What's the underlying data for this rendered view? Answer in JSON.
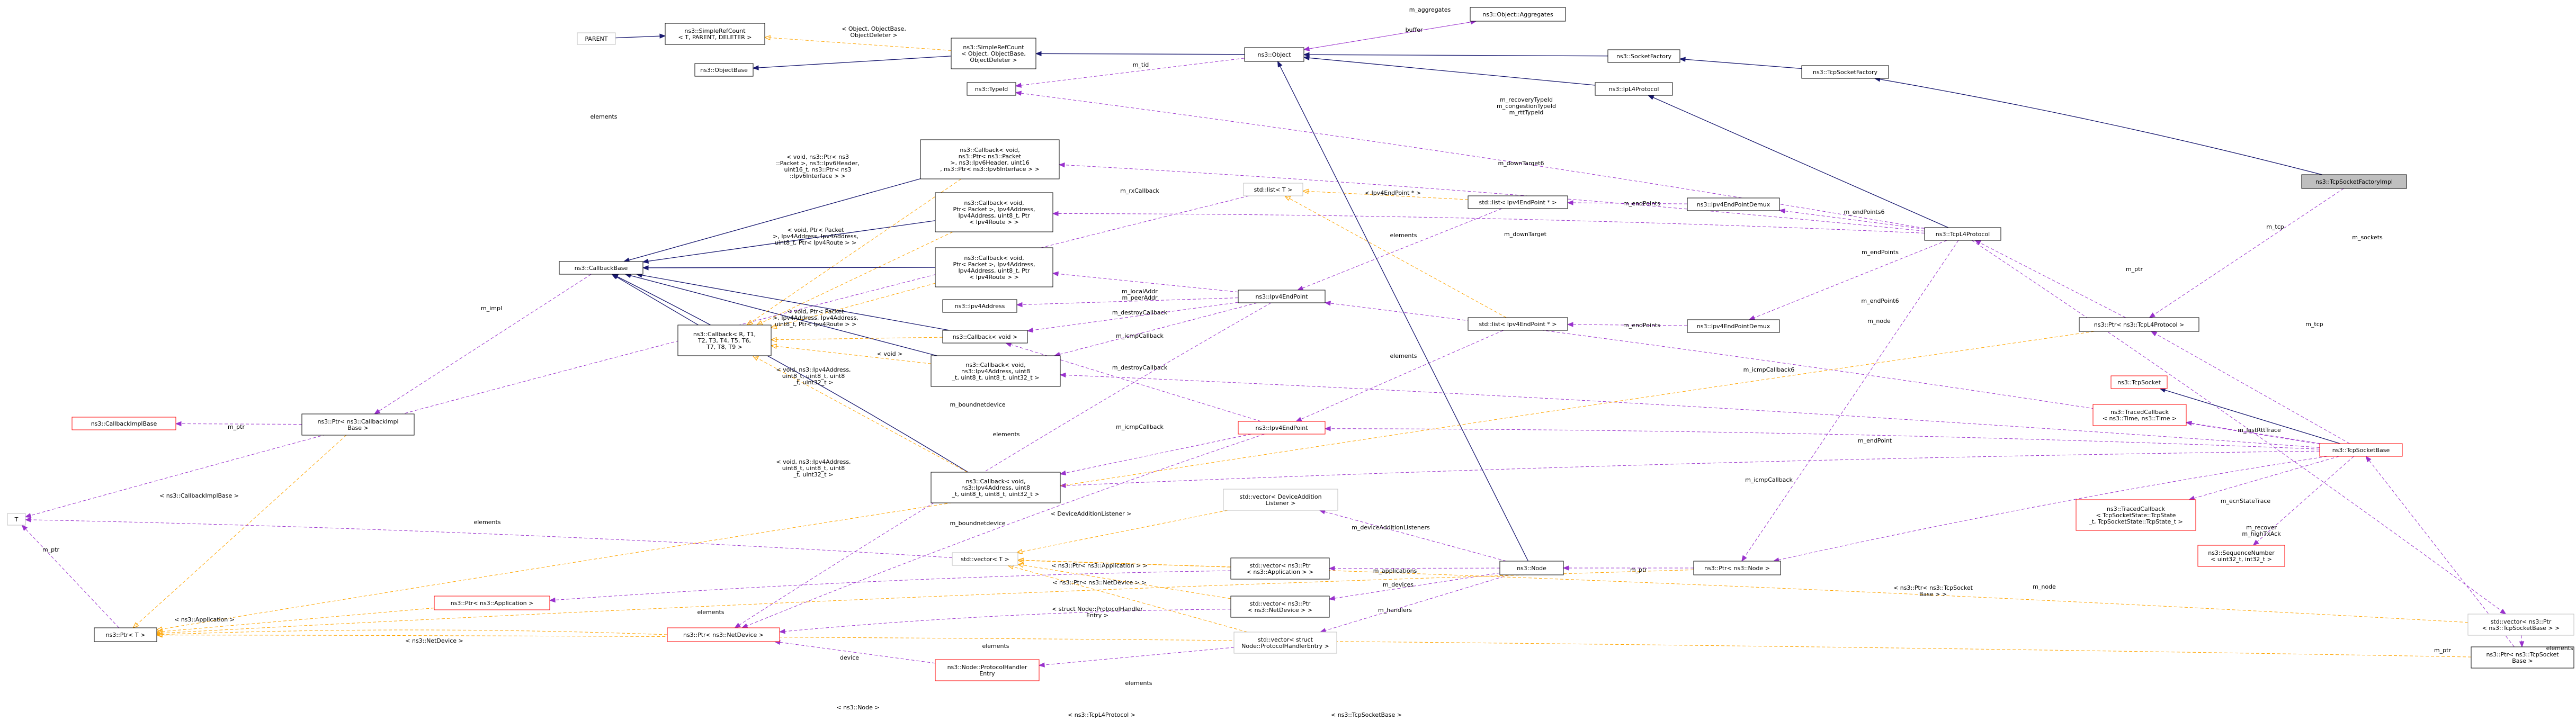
{
  "nodes": [
    {
      "id": "parent",
      "lines": [
        "PARENT"
      ],
      "style": "gray"
    },
    {
      "id": "simplerefcount_tpd",
      "lines": [
        "ns3::SimpleRefCount",
        "< T, PARENT, DELETER >"
      ],
      "style": "normal"
    },
    {
      "id": "objectbase",
      "lines": [
        "ns3::ObjectBase"
      ],
      "style": "normal"
    },
    {
      "id": "simplerefcount_obj",
      "lines": [
        "ns3::SimpleRefCount",
        "< Object, ObjectBase,",
        "ObjectDeleter >"
      ],
      "style": "normal"
    },
    {
      "id": "typeid",
      "lines": [
        "ns3::TypeId"
      ],
      "style": "normal"
    },
    {
      "id": "object",
      "lines": [
        "ns3::Object"
      ],
      "style": "normal"
    },
    {
      "id": "aggregates",
      "lines": [
        "ns3::Object::Aggregates"
      ],
      "style": "normal"
    },
    {
      "id": "socketfactory",
      "lines": [
        "ns3::SocketFactory"
      ],
      "style": "normal"
    },
    {
      "id": "tcpsocketfactory",
      "lines": [
        "ns3::TcpSocketFactory"
      ],
      "style": "normal"
    },
    {
      "id": "ipl4protocol",
      "lines": [
        "ns3::IpL4Protocol"
      ],
      "style": "normal"
    },
    {
      "id": "tcpsocketfactoryimpl",
      "lines": [
        "ns3::TcpSocketFactoryImpl"
      ],
      "style": "focus"
    },
    {
      "id": "callback_v6",
      "lines": [
        "ns3::Callback< void,",
        "ns3::Ptr< ns3::Packet",
        ">, ns3::Ipv6Header, uint16",
        ", ns3::Ptr< ns3::Ipv6Interface > >"
      ],
      "style": "normal"
    },
    {
      "id": "callback_v4route",
      "lines": [
        "ns3::Callback< void,",
        "Ptr< Packet >, Ipv4Address,",
        "Ipv4Address, uint8_t, Ptr",
        "< Ipv4Route > >"
      ],
      "style": "normal"
    },
    {
      "id": "callback_v4route2",
      "lines": [
        "ns3::Callback< void,",
        "Ptr< Packet >, Ipv4Address,",
        "Ipv4Address, uint8_t, Ptr",
        "< Ipv4Route > >"
      ],
      "style": "normal"
    },
    {
      "id": "stdlist_t",
      "lines": [
        "std::list< T >"
      ],
      "style": "gray"
    },
    {
      "id": "stdlist_ipv4ep_a",
      "lines": [
        "std::list< Ipv4EndPoint * >"
      ],
      "style": "normal"
    },
    {
      "id": "ipv4endpointdemux_a",
      "lines": [
        "ns3::Ipv4EndPointDemux"
      ],
      "style": "normal"
    },
    {
      "id": "tcpl4protocol",
      "lines": [
        "ns3::TcpL4Protocol"
      ],
      "style": "normal"
    },
    {
      "id": "callbackbase",
      "lines": [
        "ns3::CallbackBase"
      ],
      "style": "normal"
    },
    {
      "id": "ipv4address",
      "lines": [
        "ns3::Ipv4Address"
      ],
      "style": "normal"
    },
    {
      "id": "ipv4endpoint_black",
      "lines": [
        "ns3::Ipv4EndPoint"
      ],
      "style": "normal"
    },
    {
      "id": "callback_void",
      "lines": [
        "ns3::Callback< void >"
      ],
      "style": "normal"
    },
    {
      "id": "callback_r",
      "lines": [
        "ns3::Callback< R, T1,",
        "T2, T3, T4, T5, T6,",
        "T7, T8, T9 >"
      ],
      "style": "normal"
    },
    {
      "id": "callback_icmp_a",
      "lines": [
        "ns3::Callback< void,",
        "ns3::Ipv4Address, uint8",
        "_t, uint8_t, uint8_t, uint32_t >"
      ],
      "style": "normal"
    },
    {
      "id": "stdlist_ipv4ep_b",
      "lines": [
        "std::list< Ipv4EndPoint * >"
      ],
      "style": "normal"
    },
    {
      "id": "ipv4endpointdemux_b",
      "lines": [
        "ns3::Ipv4EndPointDemux"
      ],
      "style": "normal"
    },
    {
      "id": "ptr_tcpl4protocol",
      "lines": [
        "ns3::Ptr< ns3::TcpL4Protocol >"
      ],
      "style": "normal"
    },
    {
      "id": "tcpsocket",
      "lines": [
        "ns3::TcpSocket"
      ],
      "style": "red"
    },
    {
      "id": "tracedcallback_time",
      "lines": [
        "ns3::TracedCallback",
        "< ns3::Time, ns3::Time >"
      ],
      "style": "red"
    },
    {
      "id": "callbackimplbase",
      "lines": [
        "ns3::CallbackImplBase"
      ],
      "style": "red"
    },
    {
      "id": "ptr_callbackimpl",
      "lines": [
        "ns3::Ptr< ns3::CallbackImpl",
        "Base >"
      ],
      "style": "normal"
    },
    {
      "id": "ipv4endpoint_red",
      "lines": [
        "ns3::Ipv4EndPoint"
      ],
      "style": "red"
    },
    {
      "id": "tcpsocketbase",
      "lines": [
        "ns3::TcpSocketBase"
      ],
      "style": "red"
    },
    {
      "id": "callback_icmp_b",
      "lines": [
        "ns3::Callback< void,",
        "ns3::Ipv4Address, uint8",
        "_t, uint8_t, uint8_t, uint32_t >"
      ],
      "style": "normal"
    },
    {
      "id": "devadd_listener",
      "lines": [
        "std::vector< DeviceAddition",
        "Listener >"
      ],
      "style": "gray"
    },
    {
      "id": "tracedcallback_state",
      "lines": [
        "ns3::TracedCallback",
        "< TcpSocketState::TcpState",
        "_t, TcpSocketState::TcpState_t >"
      ],
      "style": "red"
    },
    {
      "id": "t",
      "lines": [
        "T"
      ],
      "style": "gray"
    },
    {
      "id": "stdvector_t",
      "lines": [
        "std::vector< T >"
      ],
      "style": "gray"
    },
    {
      "id": "sequencenumber",
      "lines": [
        "ns3::SequenceNumber",
        "< uint32_t, int32_t >"
      ],
      "style": "red"
    },
    {
      "id": "ptr_node",
      "lines": [
        "ns3::Ptr< ns3::Node >"
      ],
      "style": "normal"
    },
    {
      "id": "node",
      "lines": [
        "ns3::Node"
      ],
      "style": "normal"
    },
    {
      "id": "stdvector_ptr_app",
      "lines": [
        "std::vector< ns3::Ptr",
        "< ns3::Application > >"
      ],
      "style": "normal"
    },
    {
      "id": "ptr_application",
      "lines": [
        "ns3::Ptr< ns3::Application >"
      ],
      "style": "red"
    },
    {
      "id": "stdvector_ptr_netdev",
      "lines": [
        "std::vector< ns3::Ptr",
        "< ns3::NetDevice > >"
      ],
      "style": "normal"
    },
    {
      "id": "ptr_t",
      "lines": [
        "ns3::Ptr< T >"
      ],
      "style": "normal"
    },
    {
      "id": "ptr_netdevice",
      "lines": [
        "ns3::Ptr< ns3::NetDevice >"
      ],
      "style": "red"
    },
    {
      "id": "stdvector_protohandler",
      "lines": [
        "std::vector< struct",
        "Node::ProtocolHandlerEntry >"
      ],
      "style": "gray"
    },
    {
      "id": "protocolhandlerentry",
      "lines": [
        "ns3::Node::ProtocolHandler",
        "Entry"
      ],
      "style": "red"
    },
    {
      "id": "stdvector_ptr_tcpsocketbase",
      "lines": [
        "std::vector< ns3::Ptr",
        "< ns3::TcpSocketBase > >"
      ],
      "style": "gray"
    },
    {
      "id": "ptr_tcpsocketbase",
      "lines": [
        "ns3::Ptr< ns3::TcpSocket",
        "Base >"
      ],
      "style": "normal"
    }
  ],
  "edge_labels": [
    {
      "id": "lbl_m_aggregates",
      "lines": [
        "m_aggregates"
      ]
    },
    {
      "id": "lbl_buffer",
      "lines": [
        "buffer"
      ]
    },
    {
      "id": "lbl_obj_tmpl",
      "lines": [
        "< Object, ObjectBase,",
        "ObjectDeleter >"
      ]
    },
    {
      "id": "lbl_m_tid",
      "lines": [
        "m_tid"
      ]
    },
    {
      "id": "lbl_recovery",
      "lines": [
        "m_recoveryTypeId",
        "m_congestionTypeId",
        "m_rttTypeId"
      ]
    },
    {
      "id": "lbl_elements_top",
      "lines": [
        "elements"
      ]
    },
    {
      "id": "lbl_cb_v6_tmpl",
      "lines": [
        "< void, ns3::Ptr< ns3",
        "::Packet >, ns3::Ipv6Header,",
        "uint16_t, ns3::Ptr< ns3",
        "::Ipv6Interface > >"
      ]
    },
    {
      "id": "lbl_m_downtarget6",
      "lines": [
        "m_downTarget6"
      ]
    },
    {
      "id": "lbl_m_rxcallback",
      "lines": [
        "m_rxCallback"
      ]
    },
    {
      "id": "lbl_ipv4ep_list",
      "lines": [
        "< Ipv4EndPoint * >"
      ]
    },
    {
      "id": "lbl_m_endpoints_a",
      "lines": [
        "m_endPoints"
      ]
    },
    {
      "id": "lbl_m_endpoints6",
      "lines": [
        "m_endPoints6"
      ]
    },
    {
      "id": "lbl_elements_mid_a",
      "lines": [
        "elements"
      ]
    },
    {
      "id": "lbl_cb_ptr_tmpl_a",
      "lines": [
        "< void, Ptr< Packet",
        ">, Ipv4Address, Ipv4Address,",
        "uint8_t, Ptr< Ipv4Route > >"
      ]
    },
    {
      "id": "lbl_m_downtarget",
      "lines": [
        "m_downTarget"
      ]
    },
    {
      "id": "lbl_m_impl",
      "lines": [
        "m_impl"
      ]
    },
    {
      "id": "lbl_m_endpoints_b",
      "lines": [
        "m_endPoints"
      ]
    },
    {
      "id": "lbl_m_tcp_right",
      "lines": [
        "m_tcp"
      ]
    },
    {
      "id": "lbl_m_sockets",
      "lines": [
        "m_sockets"
      ]
    },
    {
      "id": "lbl_m_localaddr",
      "lines": [
        "m_localAddr",
        "m_peerAddr"
      ]
    },
    {
      "id": "lbl_m_destroycb_a",
      "lines": [
        "m_destroyCallback"
      ]
    },
    {
      "id": "lbl_cb_ptr_tmpl_b",
      "lines": [
        "< void, Ptr< Packet",
        ">, Ipv4Address, Ipv4Address,",
        "uint8_t, Ptr< Ipv4Route > >"
      ]
    },
    {
      "id": "lbl_m_icmpcb_a",
      "lines": [
        "m_icmpCallback"
      ]
    },
    {
      "id": "lbl_void",
      "lines": [
        "< void >"
      ]
    },
    {
      "id": "lbl_m_destroycb_b",
      "lines": [
        "m_destroyCallback"
      ]
    },
    {
      "id": "lbl_m_endpoint6",
      "lines": [
        "m_endPoint6"
      ]
    },
    {
      "id": "lbl_m_ptr_right",
      "lines": [
        "m_ptr"
      ]
    },
    {
      "id": "lbl_m_node_right",
      "lines": [
        "m_node"
      ]
    },
    {
      "id": "lbl_m_tcp_right2",
      "lines": [
        "m_tcp"
      ]
    },
    {
      "id": "lbl_elements_mid_b",
      "lines": [
        "elements"
      ]
    },
    {
      "id": "lbl_endpoints_b2",
      "lines": [
        "m_endPoints"
      ]
    },
    {
      "id": "lbl_icmp_tmpl_a",
      "lines": [
        "< void, ns3::Ipv4Address,",
        "uint8_t, uint8_t, uint8",
        "_t, uint32_t >"
      ]
    },
    {
      "id": "lbl_m_icmpcallback6",
      "lines": [
        "m_icmpCallback6"
      ]
    },
    {
      "id": "lbl_m_boundnetdev_a",
      "lines": [
        "m_boundnetdevice"
      ]
    },
    {
      "id": "lbl_m_icmpcb_b",
      "lines": [
        "m_icmpCallback"
      ]
    },
    {
      "id": "lbl_elements_low",
      "lines": [
        "elements"
      ]
    },
    {
      "id": "lbl_m_ptr_left",
      "lines": [
        "m_ptr"
      ]
    },
    {
      "id": "lbl_m_endpoint",
      "lines": [
        "m_endPoint"
      ]
    },
    {
      "id": "lbl_m_lastrtt",
      "lines": [
        "m_lastRttTrace"
      ]
    },
    {
      "id": "lbl_icmp_tmpl_b",
      "lines": [
        "< void, ns3::Ipv4Address,",
        "uint8_t, uint8_t, uint8",
        "_t, uint32_t >"
      ]
    },
    {
      "id": "lbl_m_icmpcallback_long",
      "lines": [
        "m_icmpCallback"
      ]
    },
    {
      "id": "lbl_cbimpl_tmpl",
      "lines": [
        "< ns3::CallbackImplBase >"
      ]
    },
    {
      "id": "lbl_devadd_tmpl",
      "lines": [
        "< DeviceAdditionListener >"
      ]
    },
    {
      "id": "lbl_elements_t",
      "lines": [
        "elements"
      ]
    },
    {
      "id": "lbl_m_boundnetdev_b",
      "lines": [
        "m_boundnetdevice"
      ]
    },
    {
      "id": "lbl_m_devaddlisteners",
      "lines": [
        "m_deviceAdditionListeners"
      ]
    },
    {
      "id": "lbl_m_ptr_left2",
      "lines": [
        "m_ptr"
      ]
    },
    {
      "id": "lbl_m_ecnstate",
      "lines": [
        "m_ecnStateTrace"
      ]
    },
    {
      "id": "lbl_m_recover",
      "lines": [
        "m_recover",
        "m_highTxAck"
      ]
    },
    {
      "id": "lbl_app_tmpl",
      "lines": [
        "< ns3::Ptr< ns3::Application > >"
      ]
    },
    {
      "id": "lbl_m_applications",
      "lines": [
        "m_applications"
      ]
    },
    {
      "id": "lbl_m_ptr_node",
      "lines": [
        "m_ptr"
      ]
    },
    {
      "id": "lbl_netdev_tmpl",
      "lines": [
        "< ns3::Ptr< ns3::NetDevice > >"
      ]
    },
    {
      "id": "lbl_m_devices",
      "lines": [
        "m_devices"
      ]
    },
    {
      "id": "lbl_app_ptr_tmpl",
      "lines": [
        "< ns3::Application >"
      ]
    },
    {
      "id": "lbl_elements_app",
      "lines": [
        "elements"
      ]
    },
    {
      "id": "lbl_tcpsb_tmpl",
      "lines": [
        "< ns3::Ptr< ns3::TcpSocket",
        "Base > >"
      ]
    },
    {
      "id": "lbl_m_node_low",
      "lines": [
        "m_node"
      ]
    },
    {
      "id": "lbl_proto_tmpl",
      "lines": [
        "< struct Node::ProtocolHandler",
        "Entry >"
      ]
    },
    {
      "id": "lbl_m_handlers",
      "lines": [
        "m_handlers"
      ]
    },
    {
      "id": "lbl_netdev_ptr_tmpl",
      "lines": [
        "< ns3::NetDevice >"
      ]
    },
    {
      "id": "lbl_elements_netdev",
      "lines": [
        "elements"
      ]
    },
    {
      "id": "lbl_device",
      "lines": [
        "device"
      ]
    },
    {
      "id": "lbl_elements_proto",
      "lines": [
        "elements"
      ]
    },
    {
      "id": "lbl_elements_tcpsb",
      "lines": [
        "elements"
      ]
    },
    {
      "id": "lbl_m_ptr_tcpsb",
      "lines": [
        "m_ptr"
      ]
    },
    {
      "id": "lbl_node_tmpl",
      "lines": [
        "< ns3::Node >"
      ]
    },
    {
      "id": "lbl_tcpl4_tmpl",
      "lines": [
        "< ns3::TcpL4Protocol >"
      ]
    },
    {
      "id": "lbl_tcpsb_ptr_tmpl",
      "lines": [
        "< ns3::TcpSocketBase >"
      ]
    }
  ],
  "legend_colors": {
    "inheritance": "#191970",
    "usage": "#9a32cd",
    "template": "#ffa500",
    "focus_fill": "#bfbfbf",
    "undocumented_border": "#ff0000",
    "external_border": "#bfbfbf"
  }
}
